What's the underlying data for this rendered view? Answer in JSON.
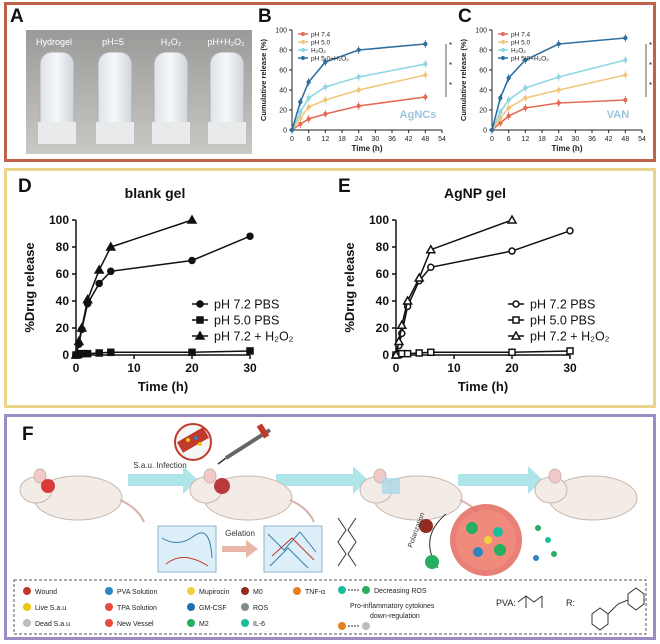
{
  "panels": {
    "A": "A",
    "B": "B",
    "C": "C",
    "D": "D",
    "E": "E",
    "F": "F"
  },
  "photo": {
    "vials": [
      "Hydrogel",
      "pH=5",
      "H₂O₂",
      "pH+H₂O₂"
    ]
  },
  "chart_data": [
    {
      "id": "B",
      "type": "line",
      "title": "",
      "inset_label": "AgNCs",
      "xlabel": "Time (h)",
      "ylabel": "Cumulative release (%)",
      "xlim": [
        0,
        54
      ],
      "ylim": [
        0,
        100
      ],
      "xticks": [
        0,
        6,
        12,
        18,
        24,
        30,
        36,
        42,
        48,
        54
      ],
      "yticks": [
        0,
        20,
        40,
        60,
        80,
        100
      ],
      "x": [
        0,
        3,
        6,
        12,
        24,
        48
      ],
      "series": [
        {
          "name": "pH 7.4",
          "color": "#e36b55",
          "values": [
            0,
            6,
            11,
            16,
            24,
            33
          ]
        },
        {
          "name": "pH 5.0",
          "color": "#f0c77a",
          "values": [
            0,
            12,
            23,
            30,
            40,
            55
          ]
        },
        {
          "name": "H₂O₂",
          "color": "#8fd6e3",
          "values": [
            0,
            18,
            32,
            43,
            53,
            66
          ]
        },
        {
          "name": "pH 5.0+H₂O₂",
          "color": "#2f6f9f",
          "values": [
            0,
            28,
            48,
            68,
            80,
            86
          ]
        }
      ],
      "annotations": [
        "*",
        "*",
        "*"
      ]
    },
    {
      "id": "C",
      "type": "line",
      "title": "",
      "inset_label": "VAN",
      "xlabel": "Time (h)",
      "ylabel": "Cumulative release (%)",
      "xlim": [
        0,
        54
      ],
      "ylim": [
        0,
        100
      ],
      "xticks": [
        0,
        6,
        12,
        18,
        24,
        30,
        36,
        42,
        48,
        54
      ],
      "yticks": [
        0,
        20,
        40,
        60,
        80,
        100
      ],
      "x": [
        0,
        3,
        6,
        12,
        24,
        48
      ],
      "series": [
        {
          "name": "pH 7.4",
          "color": "#e36b55",
          "values": [
            0,
            7,
            14,
            22,
            27,
            30
          ]
        },
        {
          "name": "pH 5.0",
          "color": "#f0c77a",
          "values": [
            0,
            12,
            22,
            32,
            40,
            55
          ]
        },
        {
          "name": "H₂O₂",
          "color": "#8fd6e3",
          "values": [
            0,
            18,
            30,
            42,
            53,
            70
          ]
        },
        {
          "name": "pH 5.0+H₂O₂",
          "color": "#2f6f9f",
          "values": [
            0,
            32,
            52,
            70,
            86,
            92
          ]
        }
      ],
      "annotations": [
        "*",
        "*",
        "*"
      ]
    },
    {
      "id": "D",
      "type": "line",
      "title": "blank gel",
      "xlabel": "Time (h)",
      "ylabel": "%Drug release",
      "xlim": [
        0,
        30
      ],
      "ylim": [
        0,
        100
      ],
      "xticks": [
        0,
        10,
        20,
        30
      ],
      "yticks": [
        0,
        20,
        40,
        60,
        80,
        100
      ],
      "series": [
        {
          "name": "pH 7.2 PBS",
          "marker": "circle",
          "filled": true,
          "x": [
            0,
            0.5,
            1,
            2,
            4,
            6,
            20,
            30
          ],
          "values": [
            0,
            8,
            19,
            38,
            53,
            62,
            70,
            88
          ]
        },
        {
          "name": "pH 5.0 PBS",
          "marker": "square",
          "filled": true,
          "x": [
            0,
            0.5,
            1,
            2,
            4,
            6,
            20,
            30
          ],
          "values": [
            0,
            0.5,
            1,
            1,
            1.5,
            2,
            2,
            3
          ]
        },
        {
          "name": "pH 7.2 + H₂O₂",
          "marker": "triangle",
          "filled": true,
          "x": [
            0,
            0.5,
            1,
            2,
            4,
            6,
            20
          ],
          "values": [
            0,
            10,
            20,
            41,
            63,
            80,
            100
          ]
        }
      ]
    },
    {
      "id": "E",
      "type": "line",
      "title": "AgNP gel",
      "xlabel": "Time (h)",
      "ylabel": "%Drug release",
      "xlim": [
        0,
        30
      ],
      "ylim": [
        0,
        100
      ],
      "xticks": [
        0,
        10,
        20,
        30
      ],
      "yticks": [
        0,
        20,
        40,
        60,
        80,
        100
      ],
      "series": [
        {
          "name": "pH 7.2 PBS",
          "marker": "circle",
          "filled": false,
          "x": [
            0,
            0.5,
            1,
            2,
            4,
            6,
            20,
            30
          ],
          "values": [
            0,
            7,
            16,
            36,
            55,
            65,
            77,
            92
          ]
        },
        {
          "name": "pH 5.0 PBS",
          "marker": "square",
          "filled": false,
          "x": [
            0,
            0.5,
            1,
            2,
            4,
            6,
            20,
            30
          ],
          "values": [
            0,
            0.5,
            1,
            1,
            1.5,
            2,
            2,
            3
          ]
        },
        {
          "name": "pH 7.2 + H₂O₂",
          "marker": "triangle",
          "filled": false,
          "x": [
            0,
            0.5,
            1,
            2,
            4,
            6,
            20
          ],
          "values": [
            0,
            10,
            22,
            40,
            57,
            78,
            100
          ]
        }
      ]
    }
  ],
  "schematic": {
    "infection_label": "S.a.u. Infection",
    "gelation_label": "Gelation",
    "polarization_label": "Polarization",
    "legend": [
      {
        "label": "Wound",
        "color": "#c0392b"
      },
      {
        "label": "Live S.a.u",
        "color": "#f1c40f"
      },
      {
        "label": "Dead S.a.u",
        "color": "#bdbdbd"
      },
      {
        "label": "PVA Solution",
        "color": "#2e86c1"
      },
      {
        "label": "TPA Solution",
        "color": "#e74c3c"
      },
      {
        "label": "New Vessel",
        "color": "#e74c3c"
      },
      {
        "label": "Mupirocin",
        "color": "#f4d03f"
      },
      {
        "label": "GM-CSF",
        "color": "#1f6fb5"
      },
      {
        "label": "M2",
        "color": "#27ae60"
      },
      {
        "label": "M0",
        "color": "#922b21"
      },
      {
        "label": "ROS",
        "color": "#7f8c8d"
      },
      {
        "label": "IL-6",
        "color": "#1abc9c"
      },
      {
        "label": "TNF-α",
        "color": "#e67e22"
      }
    ],
    "effects": [
      "Decreasing ROS",
      "Pro-inflammatory cytokines",
      "down-regulation"
    ],
    "pva_label": "PVA:",
    "r_label": "R:"
  }
}
